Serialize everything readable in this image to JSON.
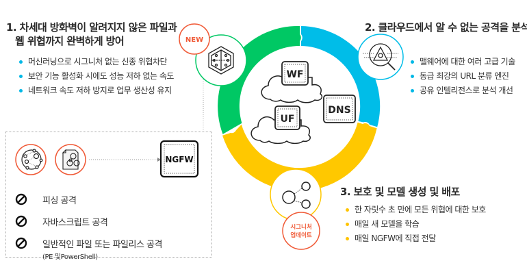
{
  "section1": {
    "title_line1": "1. 차세대 방화벽이 알려지지 않은 파일과",
    "title_line2": "웹 위협까지 완벽하게 방어",
    "bullets": [
      "머신러닝으로 시그니처 없는 신종 위협차단",
      "보안 기능 활성화 시에도 성능 저하 없는 속도",
      "네트워크 속도 저하 방지로 업무 생산성 유지"
    ]
  },
  "section2": {
    "title": "2. 클라우드에서 알 수 없는 공격을 분석",
    "bullets": [
      "맬웨어에 대한 여러 고급 기술",
      "동급 최강의 URL 분류 엔진",
      "공유 인텔리전스로 분석 개선"
    ]
  },
  "section3": {
    "title": "3. 보호 및 모델 생성 및 배포",
    "bullets": [
      "한 자릿수 초 만에 모든 위협에 대한 보호",
      "매일 새 모델을 학습",
      "매일 NGFW에 직접 전달"
    ]
  },
  "badges": {
    "new": "NEW",
    "signature_line1": "시그니처",
    "signature_line2": "업데이트"
  },
  "cloud_services": {
    "wf": "WF",
    "uf": "UF",
    "dns": "DNS"
  },
  "ngfw_box": {
    "label": "NGFW",
    "attacks": [
      {
        "label": "피싱 공격",
        "sub": ""
      },
      {
        "label": "자바스크립트 공격",
        "sub": ""
      },
      {
        "label": "일반적인 파일 또는 파일리스 공격",
        "sub": "(PE 및PowerShell)"
      }
    ]
  },
  "colors": {
    "green": "#00c864",
    "blue": "#00bde8",
    "yellow": "#ffc800",
    "orange": "#f05a37",
    "dot_blue": "#00b8e6",
    "dot_yellow": "#ffc400"
  },
  "icons": {
    "ml_brain": "hexagon-circuit-icon",
    "analysis": "magnifier-hazard-icon",
    "distribute": "share-nodes-icon",
    "phishing": "network-globe-icon",
    "malware_file": "biohazard-file-icon",
    "block": "ban-icon"
  }
}
